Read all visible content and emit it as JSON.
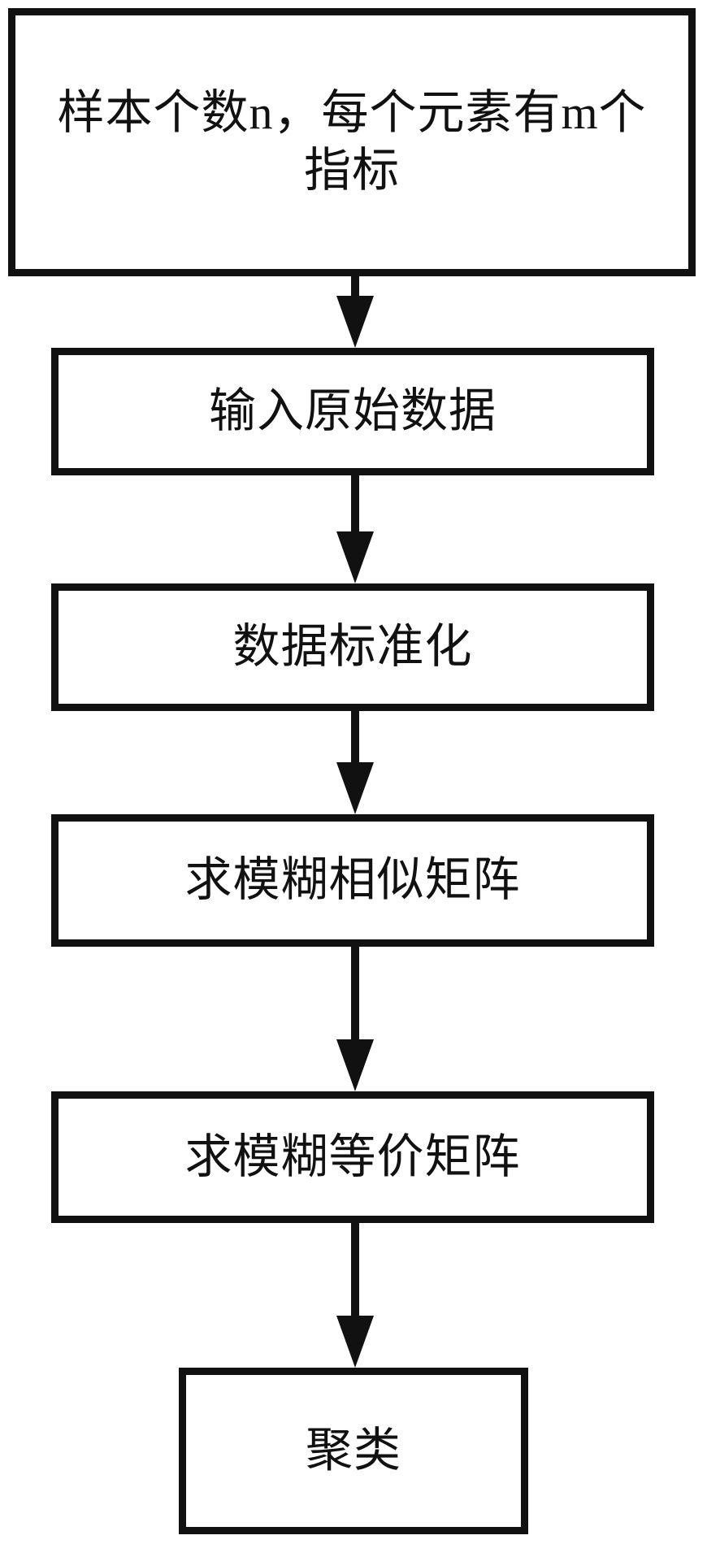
{
  "diagram": {
    "type": "flowchart",
    "direction": "top-down",
    "colors": {
      "stroke": "#111111",
      "background": "#ffffff",
      "text": "#111111"
    },
    "steps": {
      "box1": {
        "label": "样本个数n，每个元素有m个指标",
        "lines": [
          "样本个数n，每个元素有m个",
          "指标"
        ]
      },
      "box2": {
        "label": "输入原始数据"
      },
      "box3": {
        "label": "数据标准化"
      },
      "box4": {
        "label": "求模糊相似矩阵"
      },
      "box5": {
        "label": "求模糊等价矩阵"
      },
      "box6": {
        "label": "聚类"
      }
    },
    "edges": [
      {
        "from": "box1",
        "to": "box2",
        "style": "arrow-down"
      },
      {
        "from": "box2",
        "to": "box3",
        "style": "arrow-down"
      },
      {
        "from": "box3",
        "to": "box4",
        "style": "arrow-down"
      },
      {
        "from": "box4",
        "to": "box5",
        "style": "arrow-down"
      },
      {
        "from": "box5",
        "to": "box6",
        "style": "arrow-down"
      }
    ]
  }
}
